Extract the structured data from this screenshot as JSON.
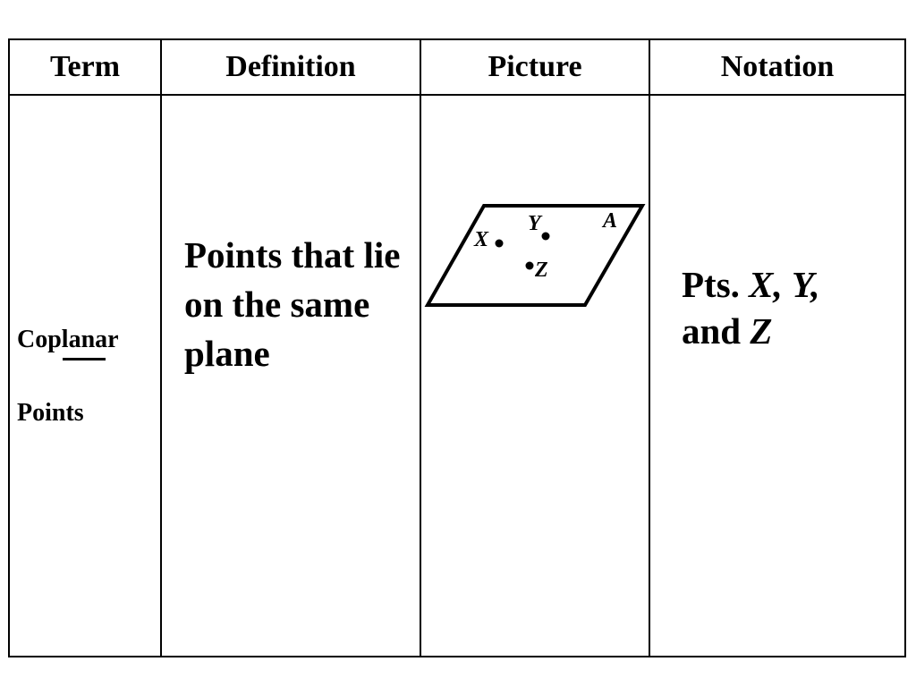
{
  "table": {
    "headers": {
      "term": "Term",
      "definition": "Definition",
      "picture": "Picture",
      "notation": "Notation"
    },
    "row": {
      "term_line1": "Coplanar",
      "term_line2": "Points",
      "definition": "Points that lie on the same plane",
      "picture": {
        "plane_label": "A",
        "points": [
          "X",
          "Y",
          "Z"
        ]
      },
      "notation": {
        "prefix": "Pts.",
        "point1": "X,",
        "point2": "Y,",
        "conjunction": "and",
        "point3": "Z"
      }
    }
  }
}
